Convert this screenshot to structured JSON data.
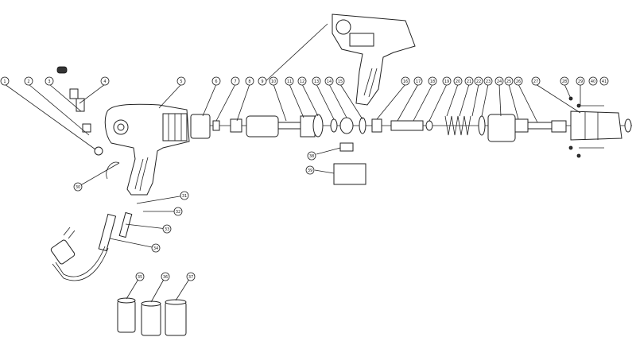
{
  "diagram": {
    "callouts": [
      {
        "id": "c1",
        "label": "1"
      },
      {
        "id": "c2",
        "label": "2"
      },
      {
        "id": "c3",
        "label": "3"
      },
      {
        "id": "c4",
        "label": "4"
      },
      {
        "id": "c5",
        "label": "5"
      },
      {
        "id": "c6",
        "label": "6"
      },
      {
        "id": "c7",
        "label": "7"
      },
      {
        "id": "c8",
        "label": "8"
      },
      {
        "id": "c9",
        "label": "9"
      },
      {
        "id": "c10",
        "label": "10"
      },
      {
        "id": "c11",
        "label": "11"
      },
      {
        "id": "c12",
        "label": "12"
      },
      {
        "id": "c13",
        "label": "13"
      },
      {
        "id": "c14",
        "label": "14"
      },
      {
        "id": "c15",
        "label": "15"
      },
      {
        "id": "c16",
        "label": "16"
      },
      {
        "id": "c17",
        "label": "17"
      },
      {
        "id": "c18",
        "label": "18"
      },
      {
        "id": "c19",
        "label": "19"
      },
      {
        "id": "c20",
        "label": "20"
      },
      {
        "id": "c21",
        "label": "21"
      },
      {
        "id": "c22",
        "label": "22"
      },
      {
        "id": "c23",
        "label": "23"
      },
      {
        "id": "c24",
        "label": "24"
      },
      {
        "id": "c25",
        "label": "25"
      },
      {
        "id": "c26",
        "label": "26"
      },
      {
        "id": "c27",
        "label": "27"
      },
      {
        "id": "c28",
        "label": "28"
      },
      {
        "id": "c29",
        "label": "29"
      },
      {
        "id": "c30",
        "label": "30"
      },
      {
        "id": "c31",
        "label": "31"
      },
      {
        "id": "c32",
        "label": "32"
      },
      {
        "id": "c33",
        "label": "33"
      },
      {
        "id": "c34",
        "label": "34"
      },
      {
        "id": "c35",
        "label": "35"
      },
      {
        "id": "c36",
        "label": "36"
      },
      {
        "id": "c37",
        "label": "37"
      },
      {
        "id": "c38",
        "label": "38"
      },
      {
        "id": "c39",
        "label": "39"
      },
      {
        "id": "c40",
        "label": "40"
      },
      {
        "id": "c41",
        "label": "41"
      }
    ]
  }
}
